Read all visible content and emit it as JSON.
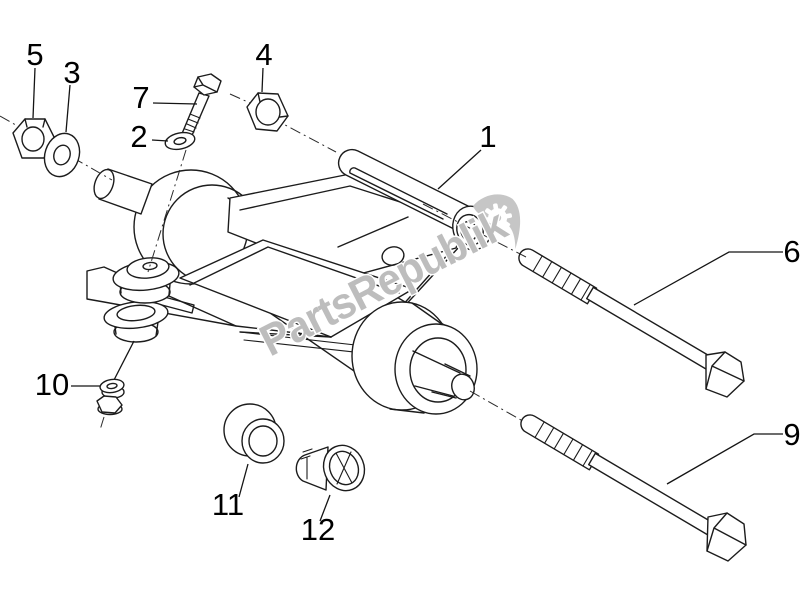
{
  "diagram": {
    "background_color": "#ffffff",
    "line_color": "#1c1c1c",
    "label_color": "#000000",
    "watermark": {
      "text": "PartsRepublik",
      "color": "#bdbdbd",
      "icon": "gear-flag-icon"
    },
    "callouts": [
      {
        "number": "1"
      },
      {
        "number": "2"
      },
      {
        "number": "3"
      },
      {
        "number": "4"
      },
      {
        "number": "5"
      },
      {
        "number": "6"
      },
      {
        "number": "7"
      },
      {
        "number": "9"
      },
      {
        "number": "10"
      },
      {
        "number": "11"
      },
      {
        "number": "12"
      }
    ]
  }
}
